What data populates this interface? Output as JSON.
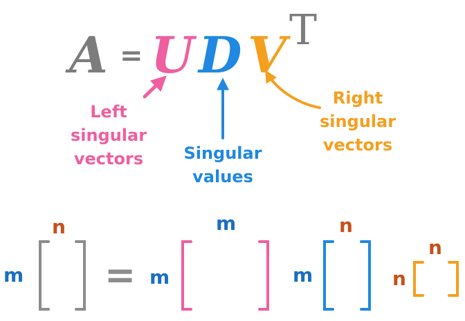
{
  "colors": {
    "gray": "#7c7c7c",
    "pink": "#ee5f9f",
    "blue": "#2088e0",
    "orange": "#f59f1f",
    "dim_m": "#1a6fbf",
    "dim_n": "#c7501a"
  },
  "equation": {
    "lhs": "A",
    "equals": "=",
    "u": "U",
    "d": "D",
    "v": "V",
    "transpose": "T"
  },
  "labels": {
    "left_singular": [
      "Left",
      "singular",
      "vectors"
    ],
    "singular_values": [
      "Singular",
      "values"
    ],
    "right_singular": [
      "Right",
      "singular",
      "vectors"
    ]
  },
  "matrices": {
    "equals": "=",
    "a": {
      "rows": "m",
      "cols": "n"
    },
    "u": {
      "rows": "m",
      "cols": "m"
    },
    "d": {
      "rows": "m",
      "cols": "n"
    },
    "vt": {
      "rows": "n",
      "cols": "n"
    }
  }
}
